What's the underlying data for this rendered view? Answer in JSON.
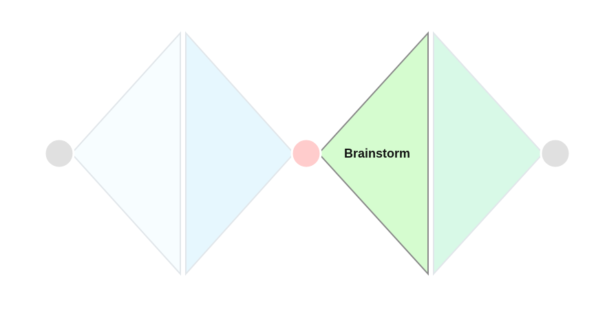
{
  "diagram": {
    "type": "double-diamond",
    "active_segment": "brainstorm",
    "segments": [
      {
        "id": "seg-1",
        "label": "",
        "fill": "#f7fdff",
        "stroke": "#e1e6ea",
        "active": false
      },
      {
        "id": "seg-2",
        "label": "",
        "fill": "#e6f7fe",
        "stroke": "#e1e6ea",
        "active": false
      },
      {
        "id": "brainstorm",
        "label": "Brainstorm",
        "fill": "#d5fccf",
        "stroke": "#8a8a8a",
        "active": true
      },
      {
        "id": "seg-4",
        "label": "",
        "fill": "#d8f9e7",
        "stroke": "#e1e6ea",
        "active": false
      }
    ],
    "nodes": [
      {
        "id": "node-start",
        "fill": "#e0e0e0",
        "active": false
      },
      {
        "id": "node-middle",
        "fill": "#ffcccc",
        "active": true
      },
      {
        "id": "node-end",
        "fill": "#e0e0e0",
        "active": false
      }
    ]
  }
}
